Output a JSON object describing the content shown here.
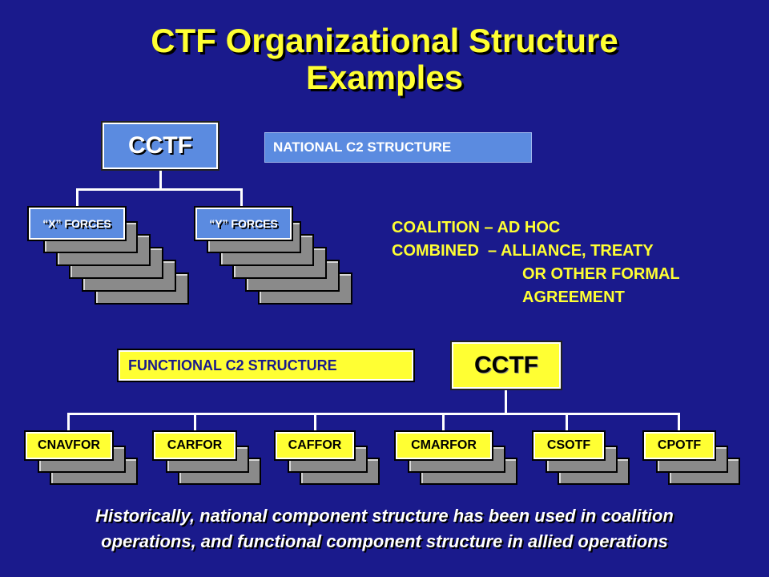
{
  "title": {
    "line1": "CTF Organizational Structure",
    "line2": "Examples"
  },
  "national": {
    "commander": "CCTF",
    "label": "NATIONAL C2 STRUCTURE",
    "forces": [
      "“X” FORCES",
      "“Y” FORCES"
    ]
  },
  "definitions": {
    "coalition": "COALITION – AD HOC",
    "combined_line1": "COMBINED  – ALLIANCE, TREATY",
    "combined_line2": "OR OTHER FORMAL",
    "combined_line3": "AGREEMENT"
  },
  "functional": {
    "commander": "CCTF",
    "label": "FUNCTIONAL C2 STRUCTURE",
    "components": [
      "CNAVFOR",
      "CARFOR",
      "CAFFOR",
      "CMARFOR",
      "CSOTF",
      "CPOTF"
    ]
  },
  "footer": {
    "line1": "Historically, national component structure has been used in coalition",
    "line2": "operations, and functional component structure in allied operations"
  },
  "colors": {
    "background": "#1a1a8c",
    "accent": "#ffff33",
    "box_blue": "#5b8be0",
    "stack_gray": "#8a8a8a"
  }
}
